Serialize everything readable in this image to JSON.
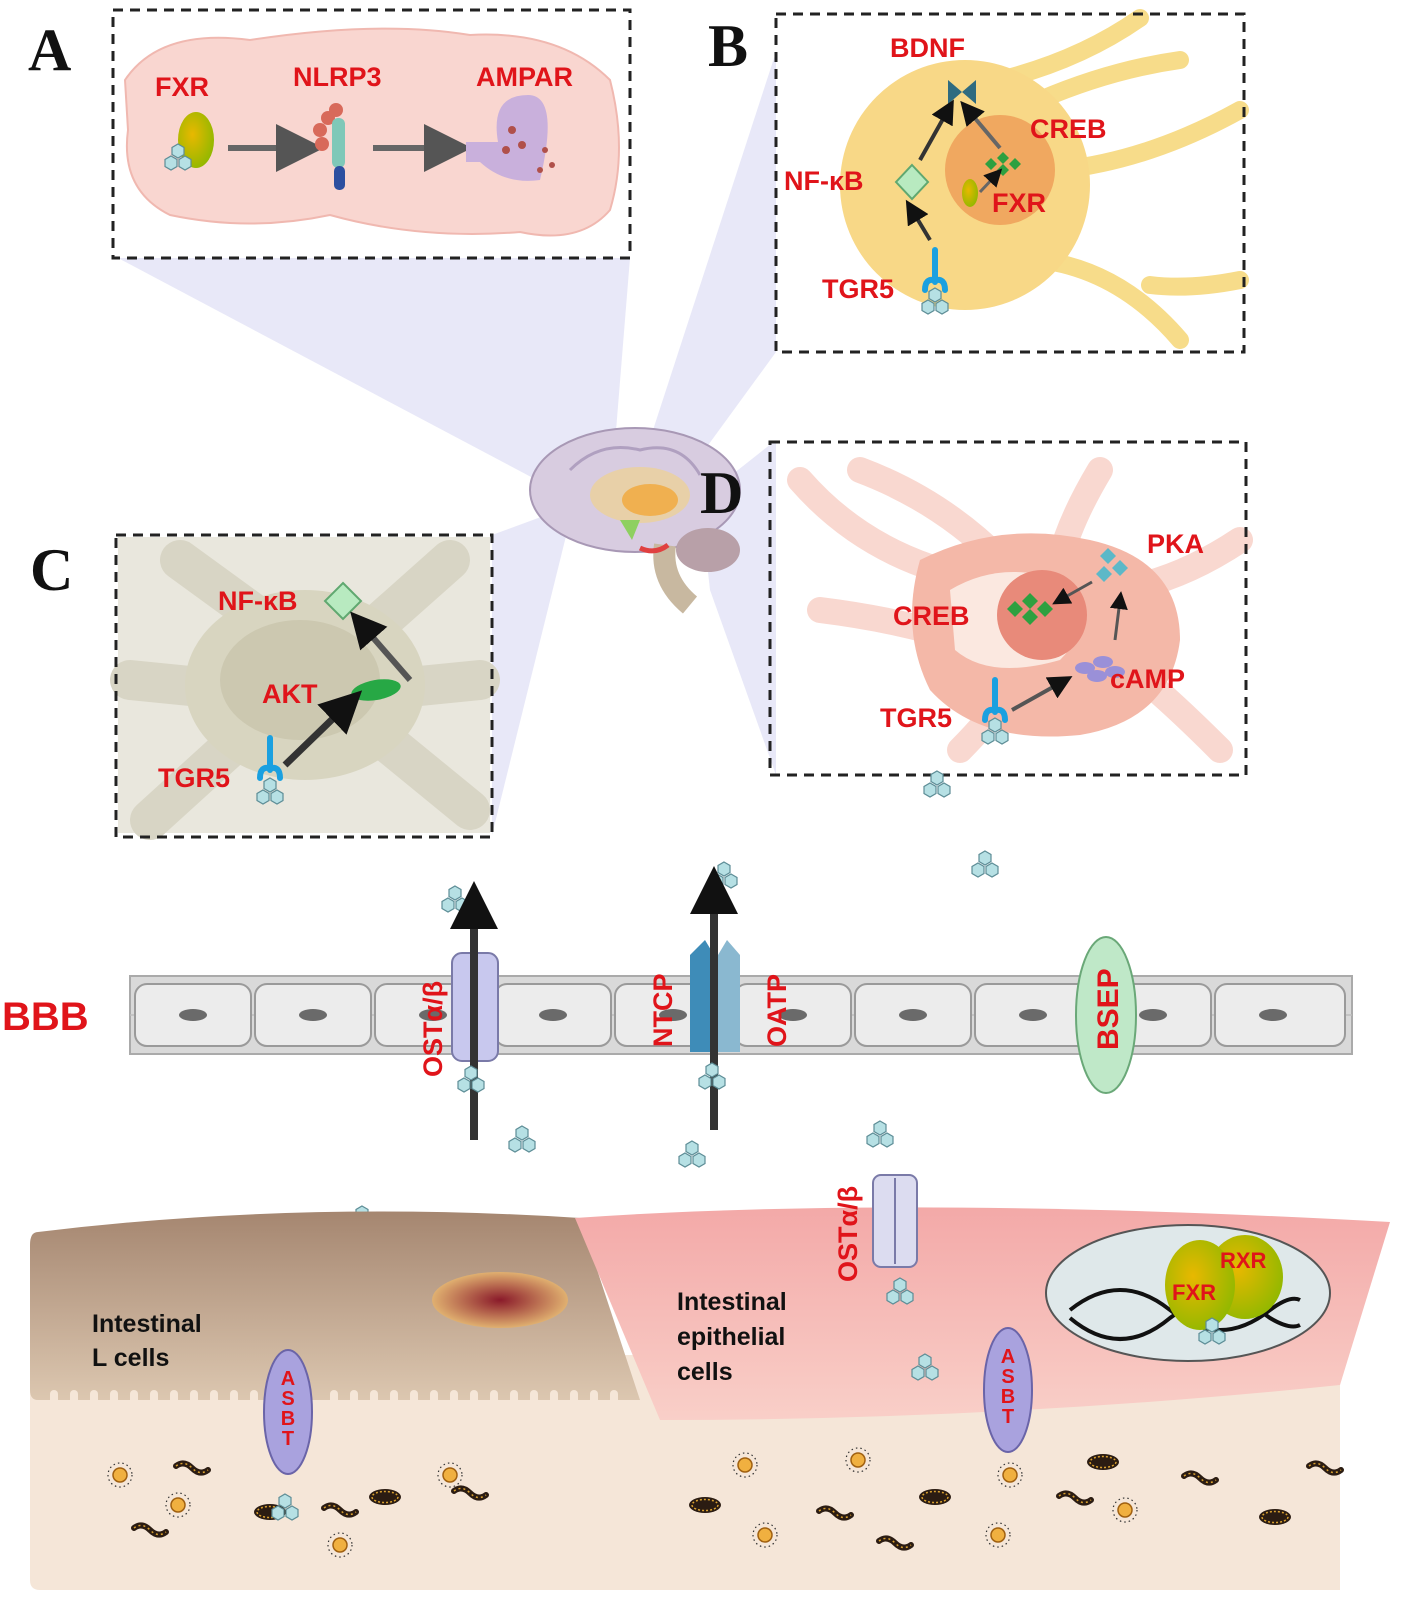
{
  "panel_a": {
    "letter": "A",
    "fxr": "FXR",
    "nlrp3": "NLRP3",
    "ampar": "AMPAR"
  },
  "panel_b": {
    "letter": "B",
    "bdnf": "BDNF",
    "creb": "CREB",
    "nfkb": "NF-κB",
    "fxr": "FXR",
    "tgr5": "TGR5"
  },
  "panel_c": {
    "letter": "C",
    "nfkb": "NF-κB",
    "akt": "AKT",
    "tgr5": "TGR5"
  },
  "panel_d": {
    "letter": "D",
    "pka": "PKA",
    "creb": "CREB",
    "camp": "cAMP",
    "tgr5": "TGR5"
  },
  "bbb": {
    "label": "BBB",
    "ost": "OSTα/β",
    "ntcp": "NTCP",
    "oatp": "OATP",
    "bsep": "BSEP"
  },
  "intestine": {
    "l_cells_line1": "Intestinal",
    "l_cells_line2": "L cells",
    "epithelial_line1": "Intestinal",
    "epithelial_line2": "epithelial",
    "epithelial_line3": "cells",
    "ost": "OSTα/β",
    "asbt_letters": [
      "A",
      "S",
      "B",
      "T"
    ],
    "rxr": "RXR",
    "fxr": "FXR"
  },
  "colors": {
    "label_red": "#e0141a",
    "tgr5_blue": "#1aa0e0",
    "bile_acid": "#b6e0e4",
    "frame": "#222222"
  }
}
